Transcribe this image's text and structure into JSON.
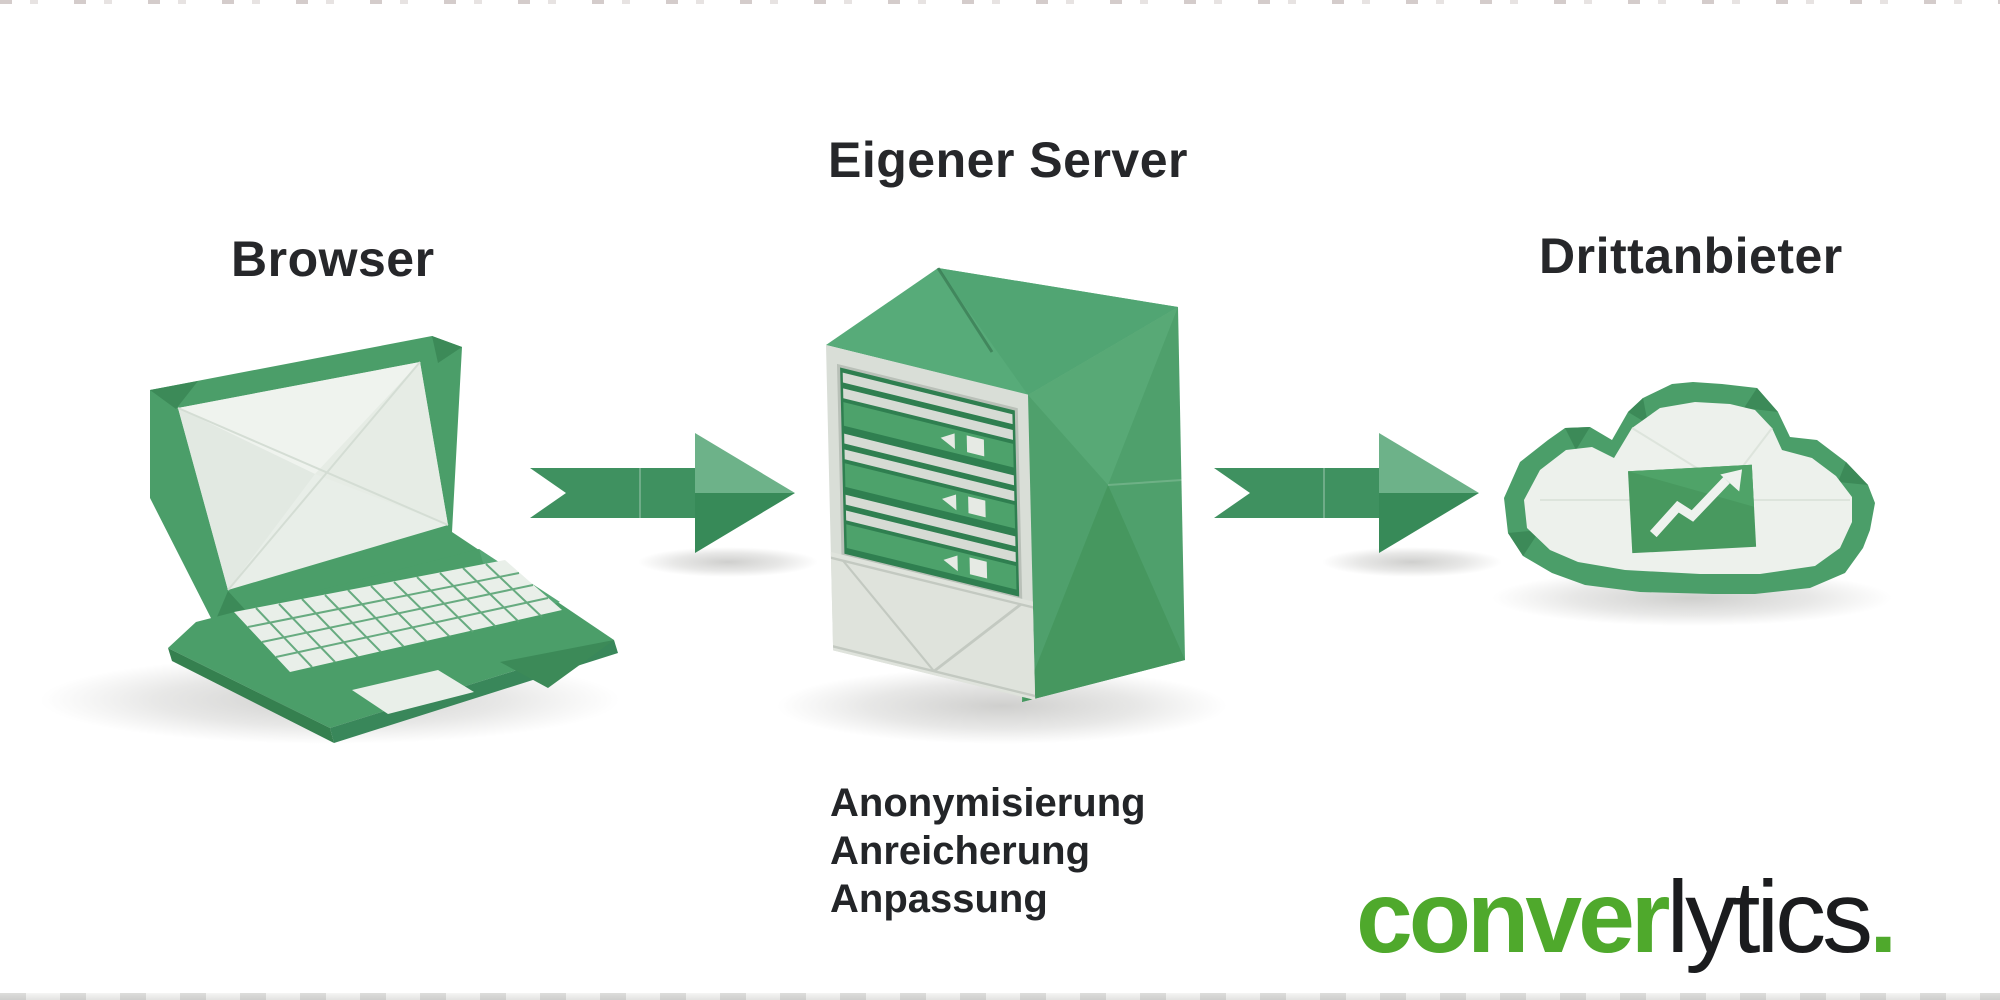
{
  "diagram": {
    "title": "",
    "flow_order": [
      "Browser",
      "Eigener Server",
      "Drittanbieter"
    ],
    "nodes": [
      {
        "label": "Browser",
        "illustration": "origami-laptop"
      },
      {
        "label": "Eigener Server",
        "illustration": "origami-server-tower",
        "functions": [
          "Anonymisierung",
          "Anreicherung",
          "Anpassung"
        ]
      },
      {
        "label": "Drittanbieter",
        "illustration": "origami-cloud-with-trend-chart"
      }
    ],
    "arrow_icon": "origami-arrow-right"
  },
  "logo": {
    "text_bold": "conver",
    "text_light": "lytics",
    "period": "."
  },
  "colors": {
    "background": "#ffffff",
    "heading_text": "#26272a",
    "logo_green": "#4fa92c",
    "logo_dark": "#1b1c1e",
    "paper_green": "#4b9e69",
    "paper_green_dark": "#378a58",
    "paper_green_light": "#6db289",
    "paper_white": "#edf1ec",
    "panel_silver": "#d9ded7"
  }
}
